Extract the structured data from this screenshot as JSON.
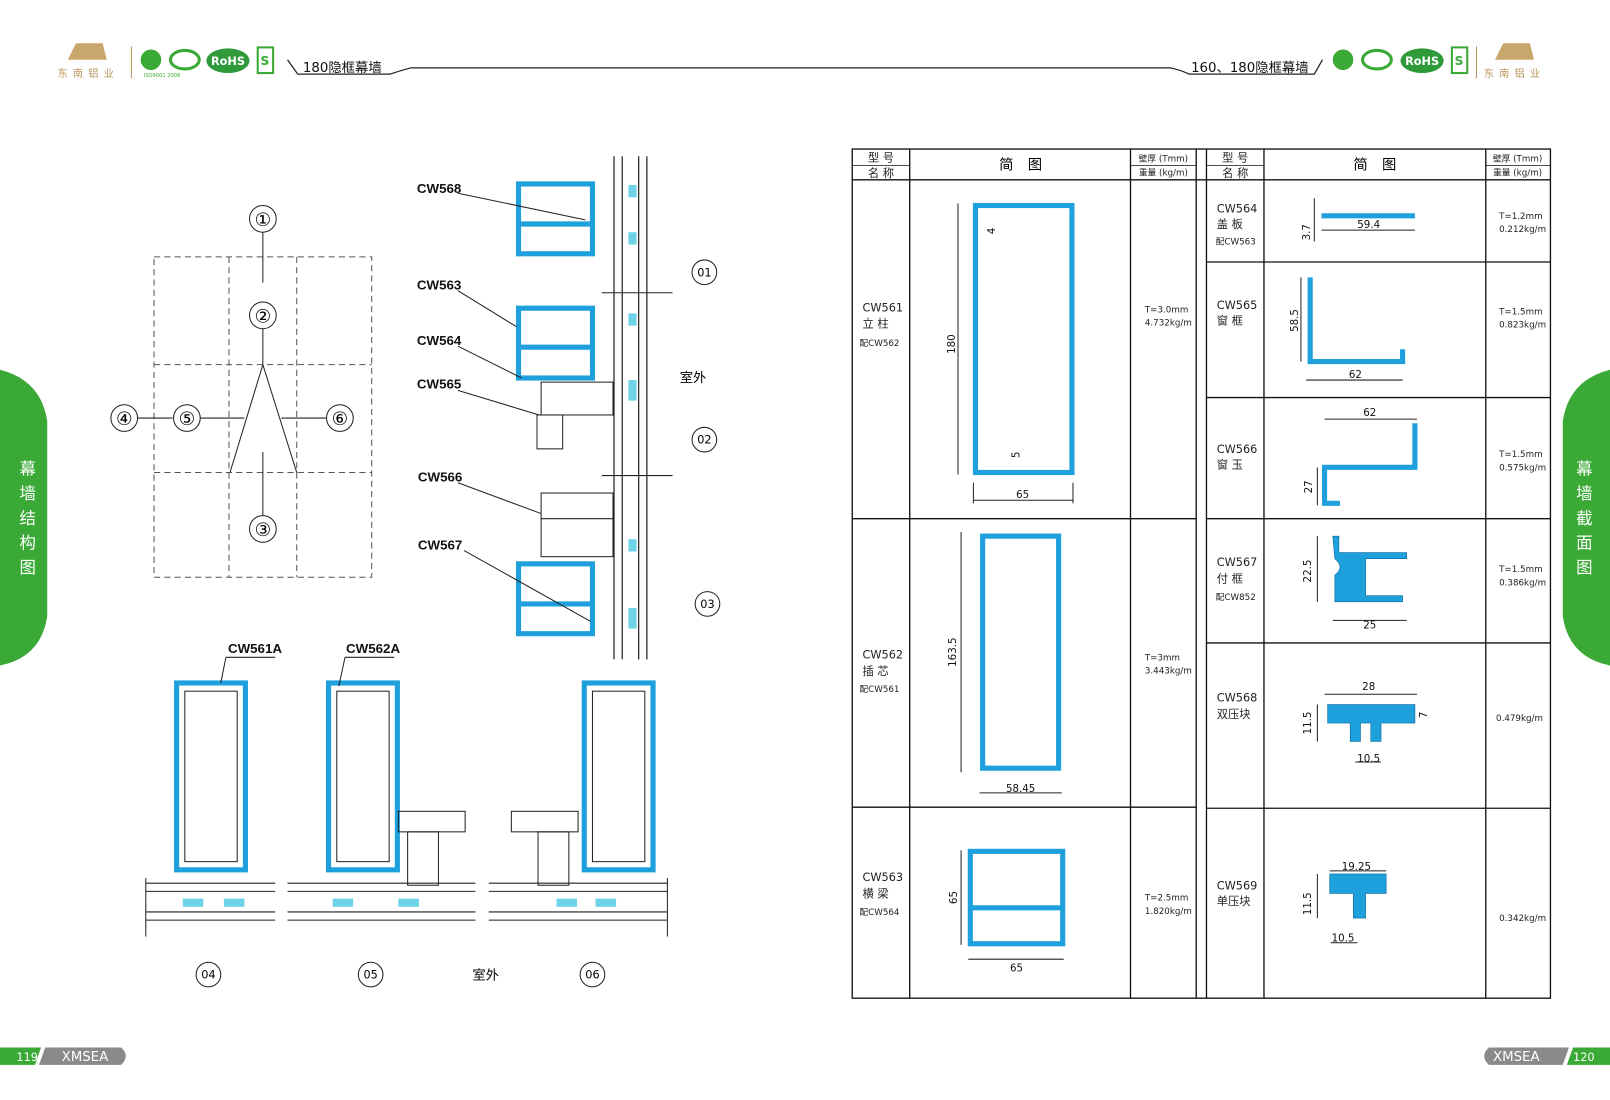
{
  "header": {
    "brand": "东南铝业",
    "cert_text": "ISO9001 2008",
    "rohs": "RoHS",
    "left_title": "180隐框幕墙",
    "right_title": "160、180隐框幕墙"
  },
  "side_tabs": {
    "left": [
      "幕",
      "墙",
      "结",
      "构",
      "图"
    ],
    "right": [
      "幕",
      "墙",
      "截",
      "面",
      "图"
    ]
  },
  "footer": {
    "left_page": "119",
    "left_brand": "XMSEA",
    "right_brand": "XMSEA",
    "right_page": "120"
  },
  "structure": {
    "circles": [
      "①",
      "②",
      "③",
      "④",
      "⑤",
      "⑥"
    ],
    "sections": [
      "01",
      "02",
      "03",
      "04",
      "05",
      "06"
    ],
    "outside": "室外",
    "parts": [
      "CW568",
      "CW563",
      "CW564",
      "CW565",
      "CW566",
      "CW567",
      "CW561A",
      "CW562A"
    ]
  },
  "table": {
    "head": {
      "model": "型 号",
      "name": "名 称",
      "diagram": "简　图",
      "thickness": "壁厚 (Tmm)",
      "weight": "重量 (kg/m)"
    },
    "left_rows": [
      {
        "code": "CW561",
        "name": "立 柱",
        "pair": "配CW562",
        "t": "T=3.0mm",
        "w": "4.732kg/m",
        "dims": [
          "180",
          "4",
          "5",
          "65"
        ]
      },
      {
        "code": "CW562",
        "name": "插 芯",
        "pair": "配CW561",
        "t": "T=3mm",
        "w": "3.443kg/m",
        "dims": [
          "163.5",
          "58.45"
        ]
      },
      {
        "code": "CW563",
        "name": "横 梁",
        "pair": "配CW564",
        "t": "T=2.5mm",
        "w": "1.820kg/m",
        "dims": [
          "65",
          "65"
        ]
      }
    ],
    "right_rows": [
      {
        "code": "CW564",
        "name": "盖 板",
        "pair": "配CW563",
        "t": "T=1.2mm",
        "w": "0.212kg/m",
        "dims": [
          "3.7",
          "59.4"
        ]
      },
      {
        "code": "CW565",
        "name": "窗 框",
        "pair": "",
        "t": "T=1.5mm",
        "w": "0.823kg/m",
        "dims": [
          "58.5",
          "62"
        ]
      },
      {
        "code": "CW566",
        "name": "窗 玉",
        "pair": "",
        "t": "T=1.5mm",
        "w": "0.575kg/m",
        "dims": [
          "62",
          "27"
        ]
      },
      {
        "code": "CW567",
        "name": "付 框",
        "pair": "配CW852",
        "t": "T=1.5mm",
        "w": "0.386kg/m",
        "dims": [
          "22.5",
          "25"
        ]
      },
      {
        "code": "CW568",
        "name": "双压块",
        "pair": "",
        "t": "",
        "w": "0.479kg/m",
        "dims": [
          "28",
          "11.5",
          "7",
          "10.5"
        ]
      },
      {
        "code": "CW569",
        "name": "单压块",
        "pair": "",
        "t": "",
        "w": "0.342kg/m",
        "dims": [
          "19.25",
          "11.5",
          "10.5"
        ]
      }
    ]
  },
  "colors": {
    "profile": "#1ea0dc",
    "green": "#3aa935",
    "gold": "#b8955a",
    "gray": "#8a8a8a"
  }
}
